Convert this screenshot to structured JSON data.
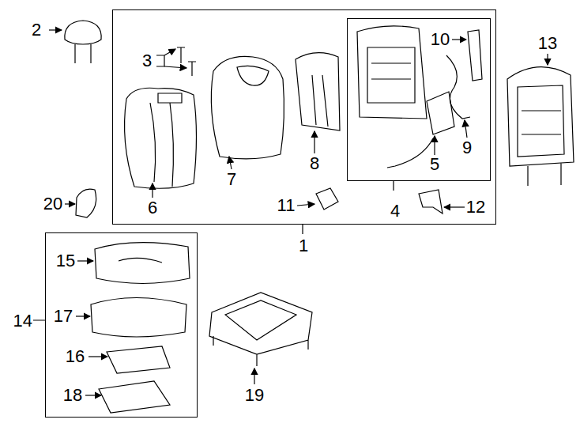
{
  "diagram": {
    "nodes": [
      {
        "text": [
          "1"
        ]
      },
      {
        "text": [
          "4"
        ],
        "in": 0
      },
      {
        "text": [
          "14"
        ]
      }
    ],
    "labels": [
      "2",
      "3",
      "6",
      "7",
      "8",
      "10",
      "5",
      "9",
      "11",
      "12",
      "13",
      "20",
      "15",
      "17",
      "16",
      "18",
      "19"
    ]
  }
}
